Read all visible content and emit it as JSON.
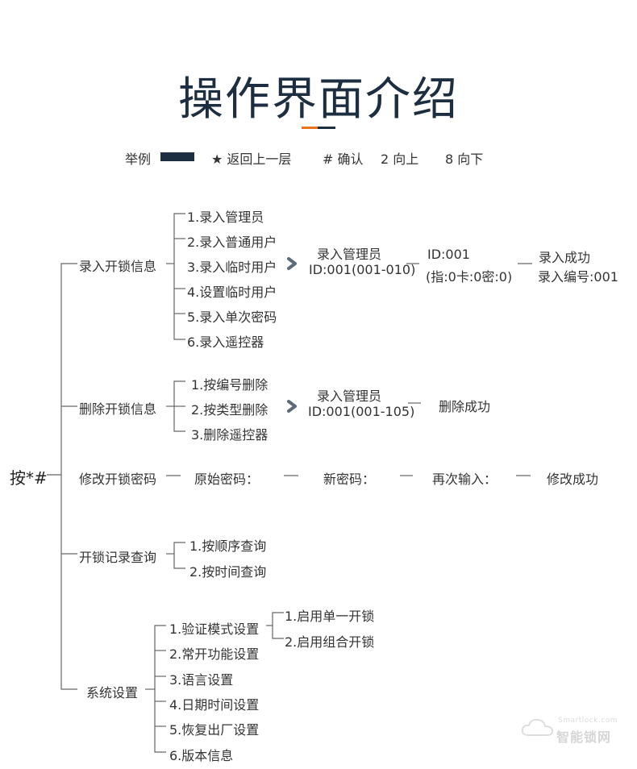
{
  "title": "操作界面介绍",
  "colors": {
    "title": "#1c2e40",
    "accent_orange": "#e8731c",
    "accent_dark": "#1c2e40",
    "line": "#666666",
    "arrow": "#5b6b7b"
  },
  "legend": {
    "label": "举例",
    "items": [
      "★ 返回上一层",
      "# 确认",
      "2 向上",
      "8 向下"
    ]
  },
  "root": "按*#",
  "branches": {
    "enroll": {
      "label": "录入开锁信息",
      "items": [
        "1.录入管理员",
        "2.录入普通用户",
        "3.录入临时用户",
        "4.设置临时用户",
        "5.录入单次密码",
        "6.录入遥控器"
      ],
      "step1": [
        "录入管理员",
        "ID:001(001-010)"
      ],
      "step2": [
        "ID:001",
        "(指:0卡:0密:0)"
      ],
      "step3": [
        "录入成功",
        "录入编号:001"
      ]
    },
    "delete": {
      "label": "删除开锁信息",
      "items": [
        "1.按编号删除",
        "2.按类型删除",
        "3.删除遥控器"
      ],
      "step1": [
        "录入管理员",
        "ID:001(001-105)"
      ],
      "step2": "删除成功"
    },
    "modify": {
      "label": "修改开锁密码",
      "steps": [
        "原始密码：",
        "新密码：",
        "再次输入：",
        "修改成功"
      ]
    },
    "records": {
      "label": "开锁记录查询",
      "items": [
        "1.按顺序查询",
        "2.按时间查询"
      ]
    },
    "system": {
      "label": "系统设置",
      "items": [
        "1.验证模式设置",
        "2.常开功能设置",
        "3.语言设置",
        "4.日期时间设置",
        "5.恢复出厂设置",
        "6.版本信息"
      ],
      "sub": [
        "1.启用单一开锁",
        "2.启用组合开锁"
      ]
    }
  },
  "watermark": {
    "main": "智能锁网",
    "small": "Smartlock.com"
  }
}
